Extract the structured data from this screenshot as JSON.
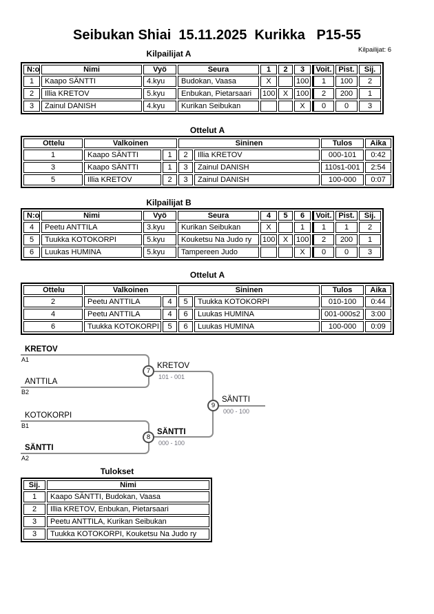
{
  "title": "Seibukan Shiai  15.11.2025  Kurikka   P15-55",
  "meta": {
    "competitors": "Kilpailijat: 6"
  },
  "pool_a": {
    "title": "Kilpailijat A",
    "headers": {
      "no": "N:o",
      "name": "Nimi",
      "belt": "Vyö",
      "club": "Seura",
      "g1": "1",
      "g2": "2",
      "g3": "3",
      "wins": "Voit.",
      "points": "Pist.",
      "place": "Sij."
    },
    "rows": [
      {
        "no": "1",
        "name": "Kaapo SÄNTTI",
        "belt": "4.kyu",
        "club": "Budokan, Vaasa",
        "g1": "X",
        "g2": "",
        "g3": "100",
        "wins": "1",
        "points": "100",
        "place": "2"
      },
      {
        "no": "2",
        "name": "Illia KRETOV",
        "belt": "5.kyu",
        "club": "Enbukan, Pietarsaari",
        "g1": "100",
        "g2": "X",
        "g3": "100",
        "wins": "2",
        "points": "200",
        "place": "1"
      },
      {
        "no": "3",
        "name": "Zainul DANISH",
        "belt": "4.kyu",
        "club": "Kurikan Seibukan",
        "g1": "",
        "g2": "",
        "g3": "X",
        "wins": "0",
        "points": "0",
        "place": "3"
      }
    ]
  },
  "matches_a": {
    "title": "Ottelut A",
    "headers": {
      "match": "Ottelu",
      "white": "Valkoinen",
      "blue": "Sininen",
      "result": "Tulos",
      "time": "Aika"
    },
    "rows": [
      {
        "match": "1",
        "white": "Kaapo SÄNTTI",
        "white_winner": false,
        "white_no": "1",
        "blue_no": "2",
        "blue": "Illia KRETOV",
        "blue_winner": true,
        "result": "000-101",
        "time": "0:42"
      },
      {
        "match": "3",
        "white": "Kaapo SÄNTTI",
        "white_winner": true,
        "white_no": "1",
        "blue_no": "3",
        "blue": "Zainul DANISH",
        "blue_winner": false,
        "result": "110s1-001",
        "time": "2:54"
      },
      {
        "match": "5",
        "white": "Illia KRETOV",
        "white_winner": true,
        "white_no": "2",
        "blue_no": "3",
        "blue": "Zainul DANISH",
        "blue_winner": false,
        "result": "100-000",
        "time": "0:07"
      }
    ]
  },
  "pool_b": {
    "title": "Kilpailijat B",
    "headers": {
      "no": "N:o",
      "name": "Nimi",
      "belt": "Vyö",
      "club": "Seura",
      "g1": "4",
      "g2": "5",
      "g3": "6",
      "wins": "Voit.",
      "points": "Pist.",
      "place": "Sij."
    },
    "rows": [
      {
        "no": "4",
        "name": "Peetu ANTTILA",
        "belt": "3.kyu",
        "club": "Kurikan Seibukan",
        "g1": "X",
        "g2": "",
        "g3": "1",
        "wins": "1",
        "points": "1",
        "place": "2"
      },
      {
        "no": "5",
        "name": "Tuukka KOTOKORPI",
        "belt": "5.kyu",
        "club": "Kouketsu Na Judo ry",
        "g1": "100",
        "g2": "X",
        "g3": "100",
        "wins": "2",
        "points": "200",
        "place": "1"
      },
      {
        "no": "6",
        "name": "Luukas HUMINA",
        "belt": "5.kyu",
        "club": "Tampereen Judo",
        "g1": "",
        "g2": "",
        "g3": "X",
        "wins": "0",
        "points": "0",
        "place": "3"
      }
    ]
  },
  "matches_b": {
    "title": "Ottelut A",
    "headers": {
      "match": "Ottelu",
      "white": "Valkoinen",
      "blue": "Sininen",
      "result": "Tulos",
      "time": "Aika"
    },
    "rows": [
      {
        "match": "2",
        "white": "Peetu ANTTILA",
        "white_winner": false,
        "white_no": "4",
        "blue_no": "5",
        "blue": "Tuukka KOTOKORPI",
        "blue_winner": true,
        "result": "010-100",
        "time": "0:44"
      },
      {
        "match": "4",
        "white": "Peetu ANTTILA",
        "white_winner": true,
        "white_no": "4",
        "blue_no": "6",
        "blue": "Luukas HUMINA",
        "blue_winner": false,
        "result": "001-000s2",
        "time": "3:00"
      },
      {
        "match": "6",
        "white": "Tuukka KOTOKORPI",
        "white_winner": true,
        "white_no": "5",
        "blue_no": "6",
        "blue": "Luukas HUMINA",
        "blue_winner": false,
        "result": "100-000",
        "time": "0:09"
      }
    ]
  },
  "bracket": {
    "slot1": {
      "name": "KRETOV",
      "tag": "A1",
      "bold": true
    },
    "slot2": {
      "name": "ANTTILA",
      "tag": "B2",
      "bold": false
    },
    "slot3": {
      "name": "KOTOKORPI",
      "tag": "B1",
      "bold": false
    },
    "slot4": {
      "name": "SÄNTTI",
      "tag": "A2",
      "bold": true
    },
    "match7": {
      "number": "7",
      "winner": "KRETOV",
      "score": "101 - 001",
      "bold": false
    },
    "match8": {
      "number": "8",
      "winner": "SÄNTTI",
      "score": "000 - 100",
      "bold": true
    },
    "match9": {
      "number": "9",
      "winner": "SÄNTTI",
      "score": "000 - 100",
      "bold": false
    }
  },
  "results": {
    "title": "Tulokset",
    "headers": {
      "place": "Sij.",
      "name": "Nimi"
    },
    "rows": [
      {
        "place": "1",
        "name": "Kaapo SÄNTTI, Budokan, Vaasa"
      },
      {
        "place": "2",
        "name": "Illia KRETOV, Enbukan, Pietarsaari"
      },
      {
        "place": "3",
        "name": "Peetu ANTTILA, Kurikan Seibukan"
      },
      {
        "place": "3",
        "name": "Tuukka KOTOKORPI, Kouketsu Na Judo ry"
      }
    ]
  },
  "colors": {
    "line": "#8c8c8c",
    "score_text": "#70707a",
    "border": "#000000",
    "background": "#ffffff"
  }
}
